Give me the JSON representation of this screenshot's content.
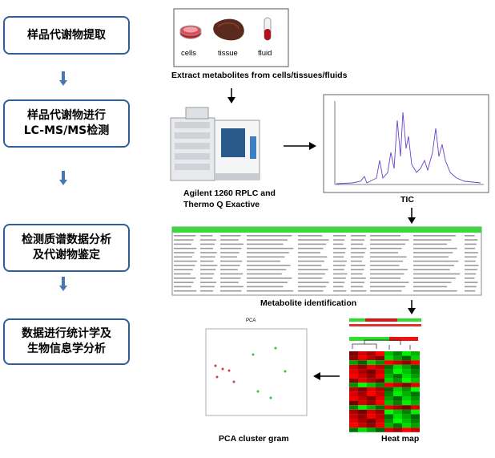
{
  "steps": [
    "样品代谢物提取",
    "样品代谢物进行\nLC-MS/MS检测",
    "检测质谱数据分析\n及代谢物鉴定",
    "数据进行统计学及\n生物信息学分析"
  ],
  "samples": {
    "cells": "cells",
    "tissue": "tissue",
    "fluid": "fluid"
  },
  "labels": {
    "extract": "Extract metabolites from cells/tissues/fluids",
    "instrument_line1": "Agilent 1260 RPLC and",
    "instrument_line2": "Thermo Q Exactive",
    "tic": "TIC",
    "metabolite": "Metabolite  identification",
    "heatmap": "Heat map",
    "pca": "PCA cluster gram",
    "pca_title": "PCA"
  },
  "colors": {
    "box_border": "#2f5f98",
    "arrow_blue": "#4a76b4",
    "table_header": "#3ad83a"
  }
}
